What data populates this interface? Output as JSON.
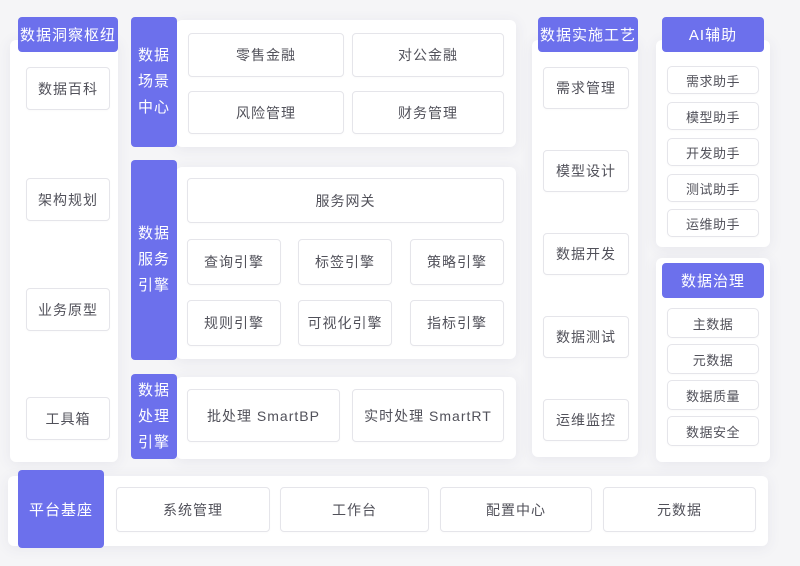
{
  "colors": {
    "accent": "#6c70ec",
    "background": "#f5f5f7",
    "card": "#ffffff",
    "box_border": "#e5e5ea",
    "box_text": "#51515a"
  },
  "insight": {
    "title": "数据洞察枢纽",
    "items": [
      "数据百科",
      "架构规划",
      "业务原型",
      "工具箱"
    ]
  },
  "scene": {
    "title_lines": [
      "数据",
      "场景",
      "中心"
    ],
    "items": [
      "零售金融",
      "对公金融",
      "风险管理",
      "财务管理"
    ]
  },
  "service": {
    "title_lines": [
      "数据",
      "服务",
      "引擎"
    ],
    "gateway": "服务网关",
    "items": [
      "查询引擎",
      "标签引擎",
      "策略引擎",
      "规则引擎",
      "可视化引擎",
      "指标引擎"
    ]
  },
  "process": {
    "title_lines": [
      "数据",
      "处理",
      "引擎"
    ],
    "items": [
      "批处理 SmartBP",
      "实时处理 SmartRT"
    ]
  },
  "impl": {
    "title": "数据实施工艺",
    "items": [
      "需求管理",
      "模型设计",
      "数据开发",
      "数据测试",
      "运维监控"
    ]
  },
  "ai": {
    "title": "AI辅助",
    "items": [
      "需求助手",
      "模型助手",
      "开发助手",
      "测试助手",
      "运维助手"
    ]
  },
  "governance": {
    "title": "数据治理",
    "items": [
      "主数据",
      "元数据",
      "数据质量",
      "数据安全"
    ]
  },
  "platform": {
    "title": "平台基座",
    "items": [
      "系统管理",
      "工作台",
      "配置中心",
      "元数据"
    ]
  }
}
